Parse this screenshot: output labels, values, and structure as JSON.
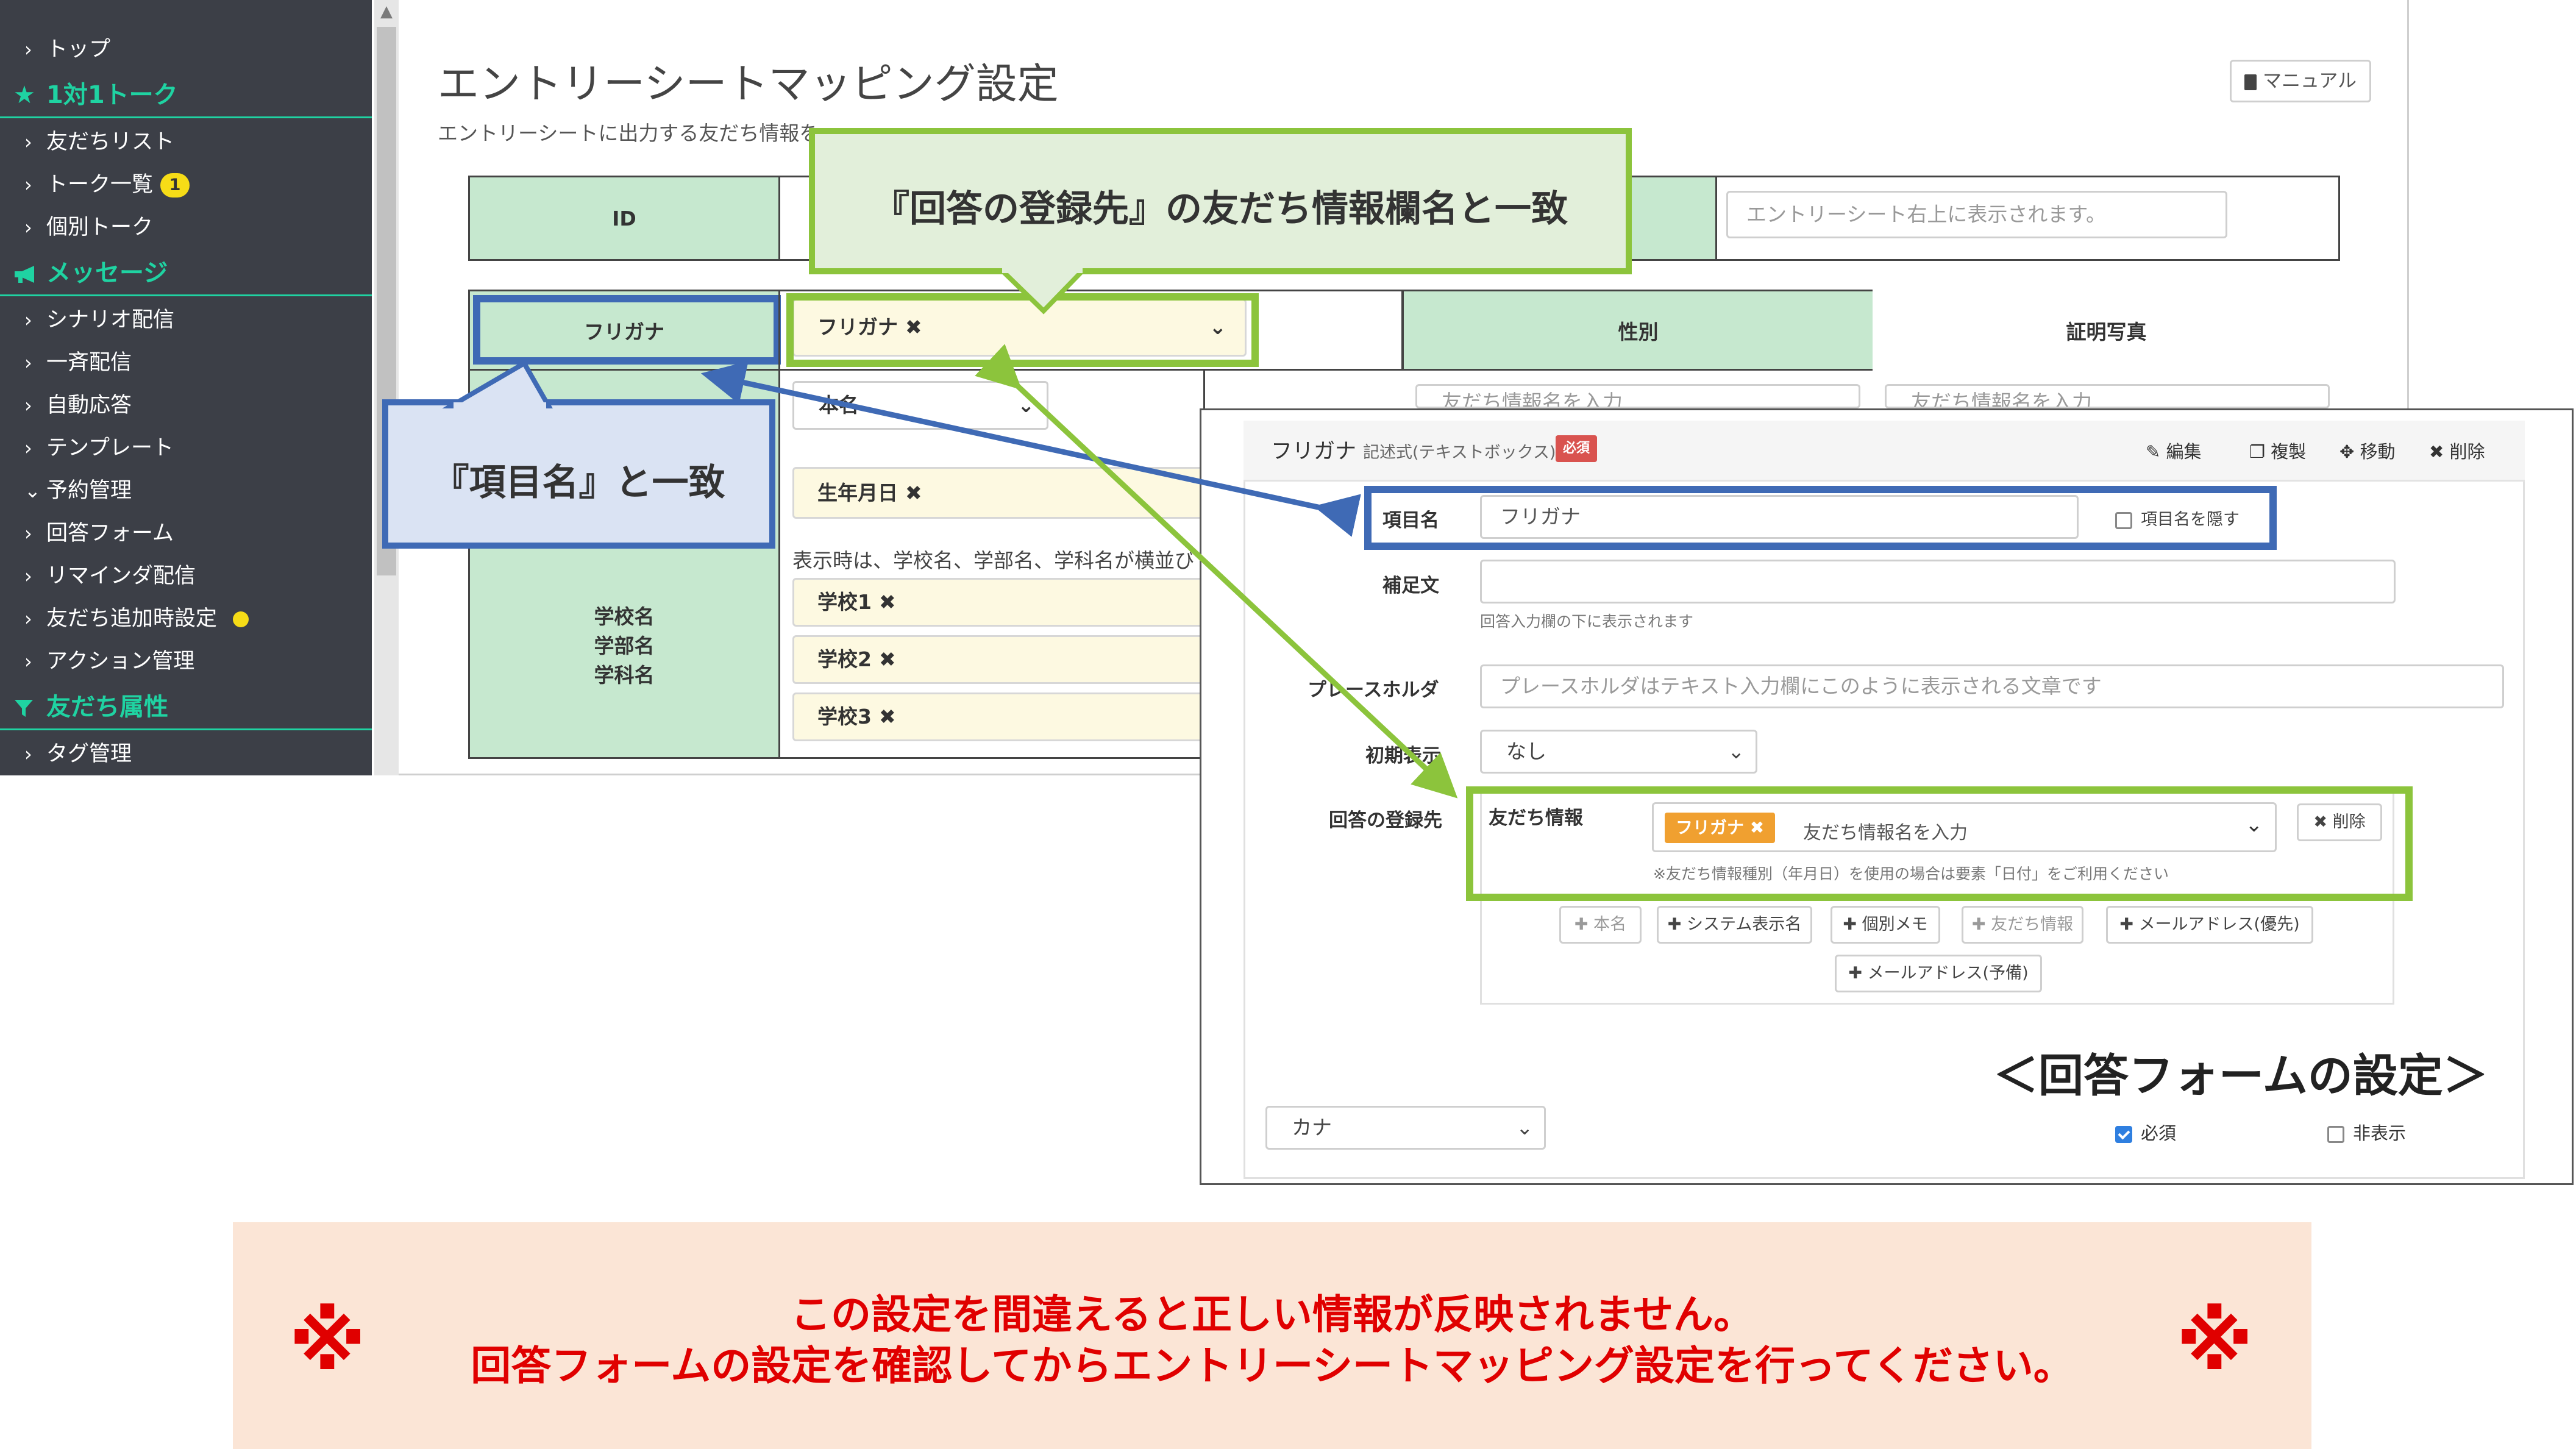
{
  "sidebar": {
    "items": [
      {
        "label": "トップ",
        "type": "item"
      },
      {
        "label": "1対1トーク",
        "type": "header",
        "icon": "star-icon"
      },
      {
        "label": "友だちリスト",
        "type": "item"
      },
      {
        "label": "トーク一覧",
        "type": "item",
        "badge": "1"
      },
      {
        "label": "個別トーク",
        "type": "item"
      },
      {
        "label": "メッセージ",
        "type": "header",
        "icon": "megaphone-icon"
      },
      {
        "label": "シナリオ配信",
        "type": "item"
      },
      {
        "label": "一斉配信",
        "type": "item"
      },
      {
        "label": "自動応答",
        "type": "item"
      },
      {
        "label": "テンプレート",
        "type": "item"
      },
      {
        "label": "予約管理",
        "type": "item",
        "expanded": true
      },
      {
        "label": "回答フォーム",
        "type": "item"
      },
      {
        "label": "リマインダ配信",
        "type": "item"
      },
      {
        "label": "友だち追加時設定",
        "type": "item",
        "dot": true
      },
      {
        "label": "アクション管理",
        "type": "item"
      },
      {
        "label": "友だち属性",
        "type": "header",
        "icon": "filter-icon"
      },
      {
        "label": "タグ管理",
        "type": "item"
      }
    ],
    "accent_color": "#1fd3a2",
    "background_color": "#3c3f47"
  },
  "page": {
    "title": "エントリーシートマッピング設定",
    "subtitle": "エントリーシートに出力する友だち情報を",
    "manual_button": "マニュアル"
  },
  "mapping": {
    "id_label": "ID",
    "id_right_placeholder": "エントリーシート右上に表示されます。",
    "furigana_label": "フリガナ",
    "furigana_tag": "フリガナ",
    "name_select": "本名",
    "gender_label": "性別",
    "gender_placeholder": "友だち情報名を入力",
    "photo_label": "証明写真",
    "photo_placeholder": "友だち情報名を入力",
    "birthday_tag": "生年月日",
    "school_labels": [
      "学校名",
      "学部名",
      "学科名"
    ],
    "school_note": "表示時は、学校名、学部名、学科名が横並び",
    "school_tags": [
      "学校1",
      "学校2",
      "学校3"
    ]
  },
  "callouts": {
    "green": "『回答の登録先』の友だち情報欄名と一致",
    "blue": "『項目名』と一致",
    "green_color": "#8cc43c",
    "blue_color": "#3f6ab5"
  },
  "form_panel": {
    "field_title": "フリガナ",
    "field_type": "記述式(テキストボックス)",
    "required_badge": "必須",
    "actions": [
      "編集",
      "複製",
      "移動",
      "削除"
    ],
    "item_name_label": "項目名",
    "item_name_value": "フリガナ",
    "hide_item_name": "項目名を隠す",
    "supplement_label": "補足文",
    "supplement_hint": "回答入力欄の下に表示されます",
    "placeholder_label": "プレースホルダ",
    "placeholder_value": "プレースホルダはテキスト入力欄にこのように表示される文章です",
    "initial_label": "初期表示",
    "initial_value": "なし",
    "register_label": "回答の登録先",
    "friend_info_label": "友だち情報",
    "friend_tag": "フリガナ",
    "friend_input_placeholder": "友だち情報名を入力",
    "delete_button": "削除",
    "friend_note": "※友だち情報種別（年月日）を使用の場合は要素「日付」をご利用ください",
    "add_buttons": [
      "本名",
      "システム表示名",
      "個別メモ",
      "友だち情報",
      "メールアドレス(優先)",
      "メールアドレス(予備)"
    ],
    "caption": "＜回答フォームの設定＞",
    "bottom_select": "カナ",
    "required_check": "必須",
    "hidden_check": "非表示"
  },
  "warning": {
    "line1": "この設定を間違えると正しい情報が反映されません。",
    "line2": "回答フォームの設定を確認してからエントリーシートマッピング設定を行ってください。",
    "mark": "※",
    "color": "#e00000",
    "background": "#fbe5d6"
  }
}
